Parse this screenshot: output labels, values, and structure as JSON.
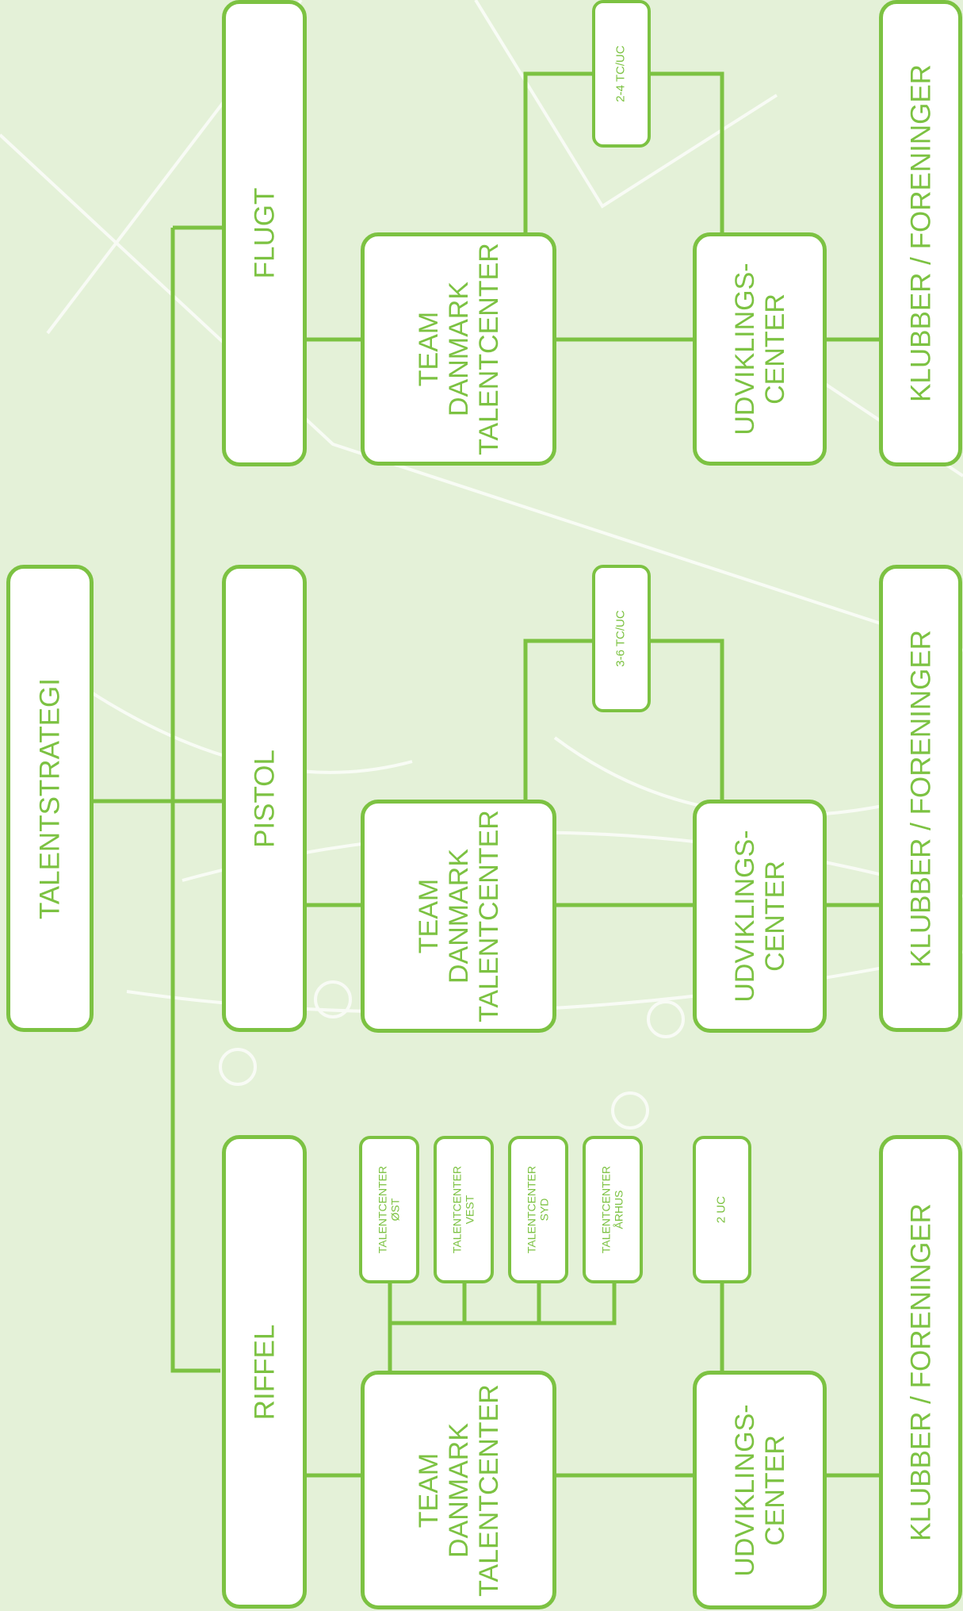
{
  "colors": {
    "background": "#e4f1d8",
    "accent": "#7cc242",
    "box_fill": "#ffffff"
  },
  "root": "TALENTSTRATEGI",
  "disciplines": [
    "FLUGT",
    "PISTOL",
    "RIFFEL"
  ],
  "team_center": "TEAM\nDANMARK\nTALENTCENTER",
  "dev_center": "UDVIKLINGS-\nCENTER",
  "clubs": "KLUBBER / FORENINGER",
  "flugt_centers": "2-4 TC/UC",
  "pistol_centers": "3-6 TC/UC",
  "riffel_centers": [
    "TALENTCENTER\nØST",
    "TALENTCENTER\nVEST",
    "TALENTCENTER\nSYD",
    "TALENTCENTER\nÅRHUS"
  ],
  "riffel_uc": "2 UC"
}
